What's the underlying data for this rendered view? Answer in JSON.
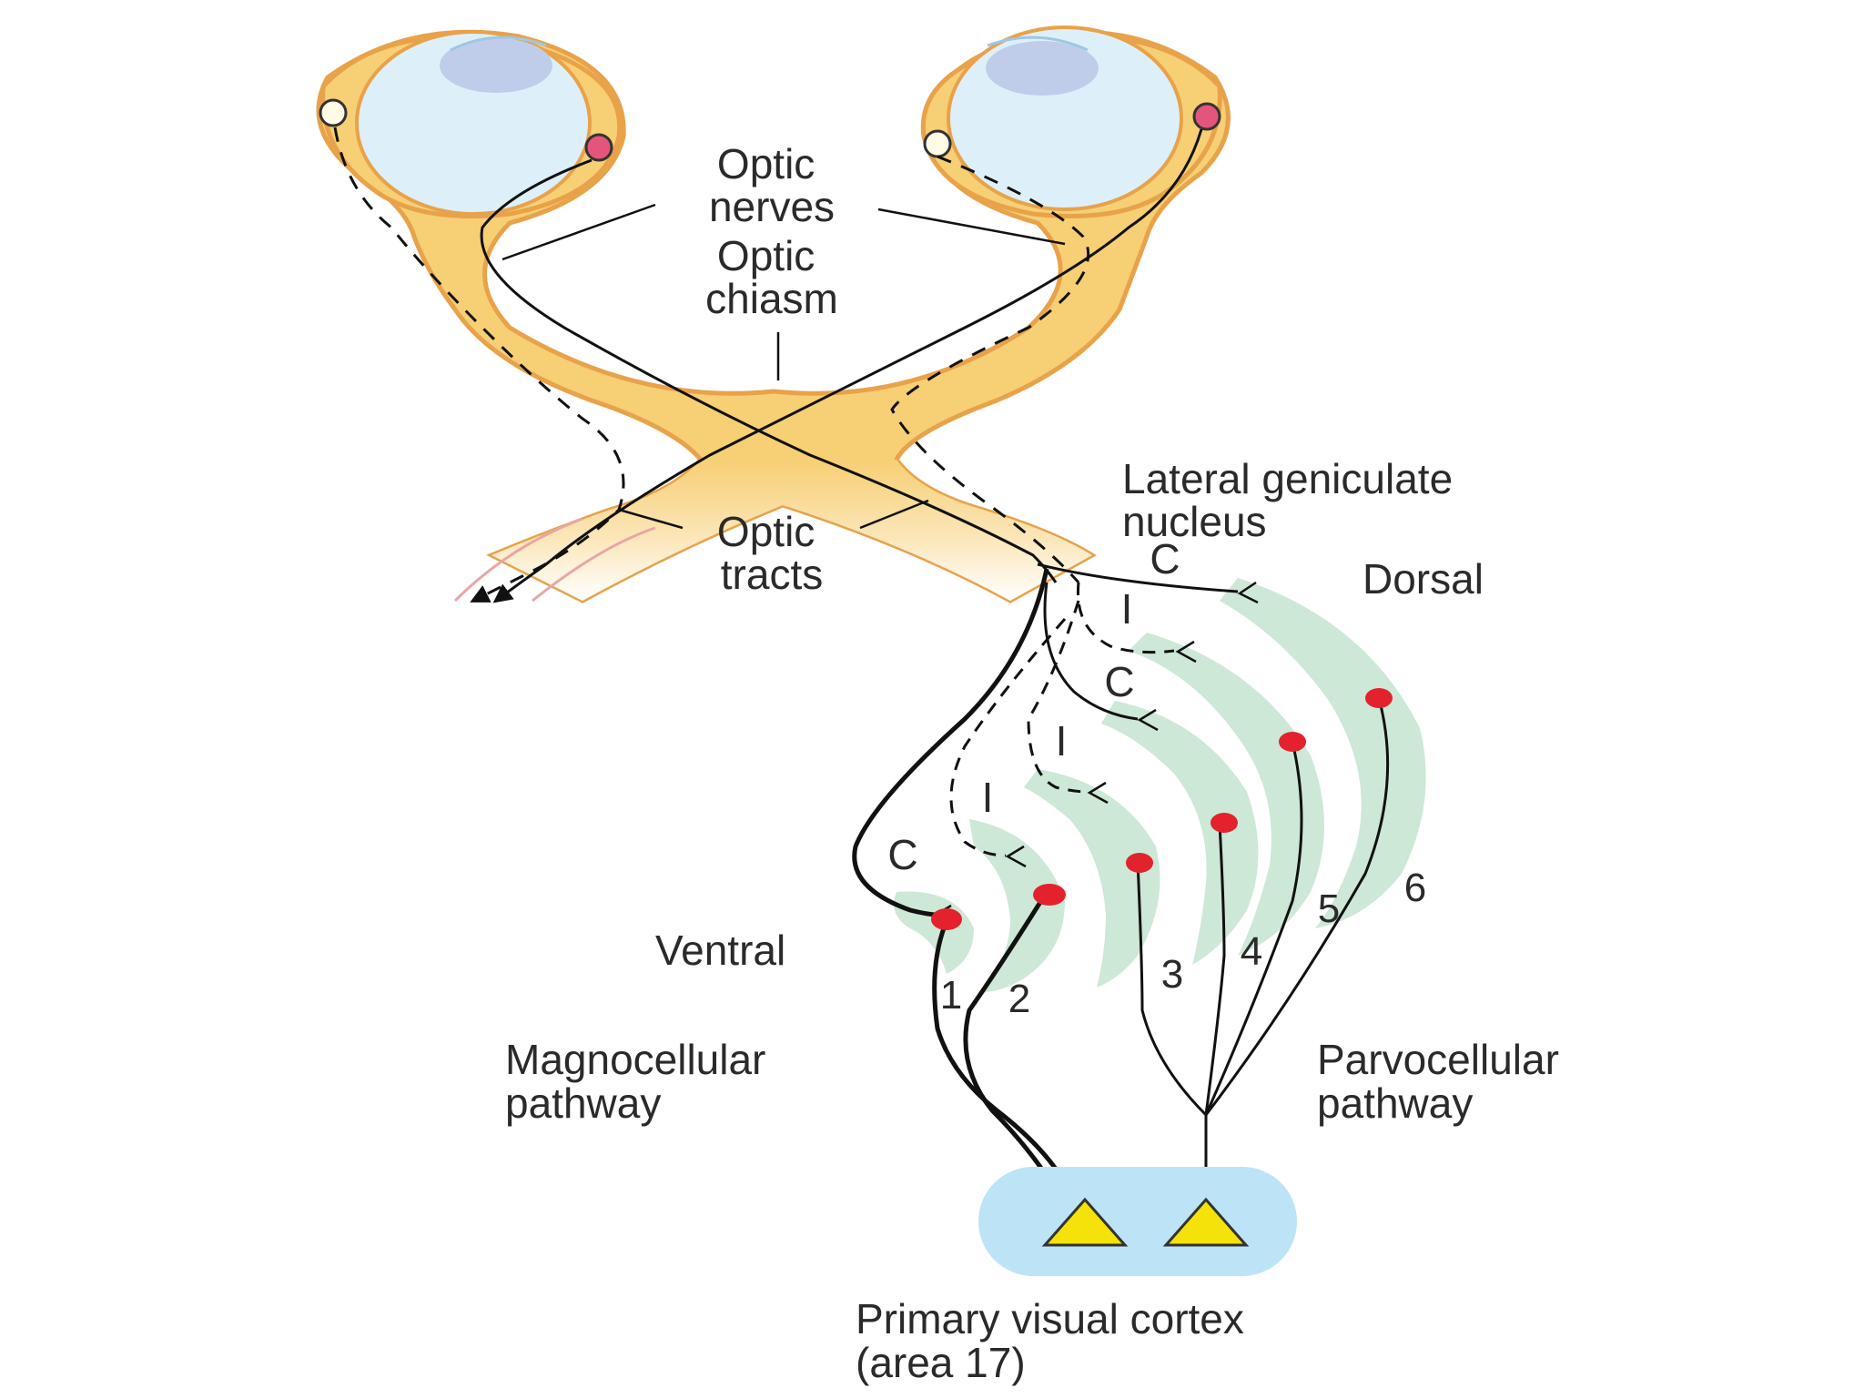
{
  "labels": {
    "optic_nerves": [
      "Optic",
      "nerves"
    ],
    "optic_chiasm": [
      "Optic",
      "chiasm"
    ],
    "optic_tracts": [
      "Optic",
      "tracts"
    ],
    "lgn": [
      "Lateral geniculate",
      "nucleus"
    ],
    "dorsal": "Dorsal",
    "ventral": "Ventral",
    "magnocellular": [
      "Magnocellular",
      "pathway"
    ],
    "parvocellular": [
      "Parvocellular",
      "pathway"
    ],
    "cortex": [
      "Primary visual cortex",
      "(area 17)"
    ]
  },
  "eye_letters": [
    "C",
    "I",
    "C",
    "I",
    "I",
    "C"
  ],
  "layer_numbers": [
    "1",
    "2",
    "3",
    "4",
    "5",
    "6"
  ],
  "colors": {
    "nerve_fill": "#f7cf74",
    "nerve_outline": "#e8a24a",
    "eyeball": "#ddf0fa",
    "lens": "#c0cdea",
    "lgn_layers": "#cde8d6",
    "cortex": "#bde3f7",
    "neuron_red": "#e3222d",
    "pyramidal": "#f4e20a",
    "retina_pink": "#e4557b"
  }
}
